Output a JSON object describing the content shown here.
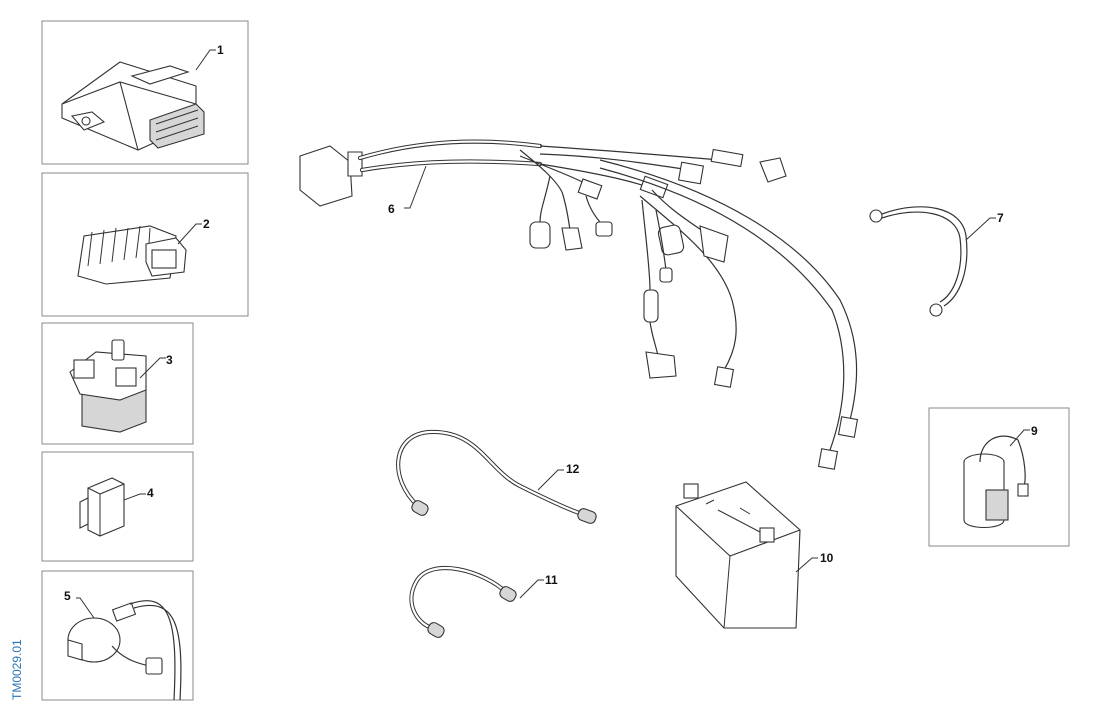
{
  "diagram": {
    "reference_code": "TM0029.01",
    "parts": [
      {
        "id": "1",
        "label": "1"
      },
      {
        "id": "2",
        "label": "2"
      },
      {
        "id": "3",
        "label": "3"
      },
      {
        "id": "4",
        "label": "4"
      },
      {
        "id": "5",
        "label": "5"
      },
      {
        "id": "6",
        "label": "6"
      },
      {
        "id": "7",
        "label": "7"
      },
      {
        "id": "9",
        "label": "9"
      },
      {
        "id": "10",
        "label": "10"
      },
      {
        "id": "11",
        "label": "11"
      },
      {
        "id": "12",
        "label": "12"
      }
    ]
  }
}
